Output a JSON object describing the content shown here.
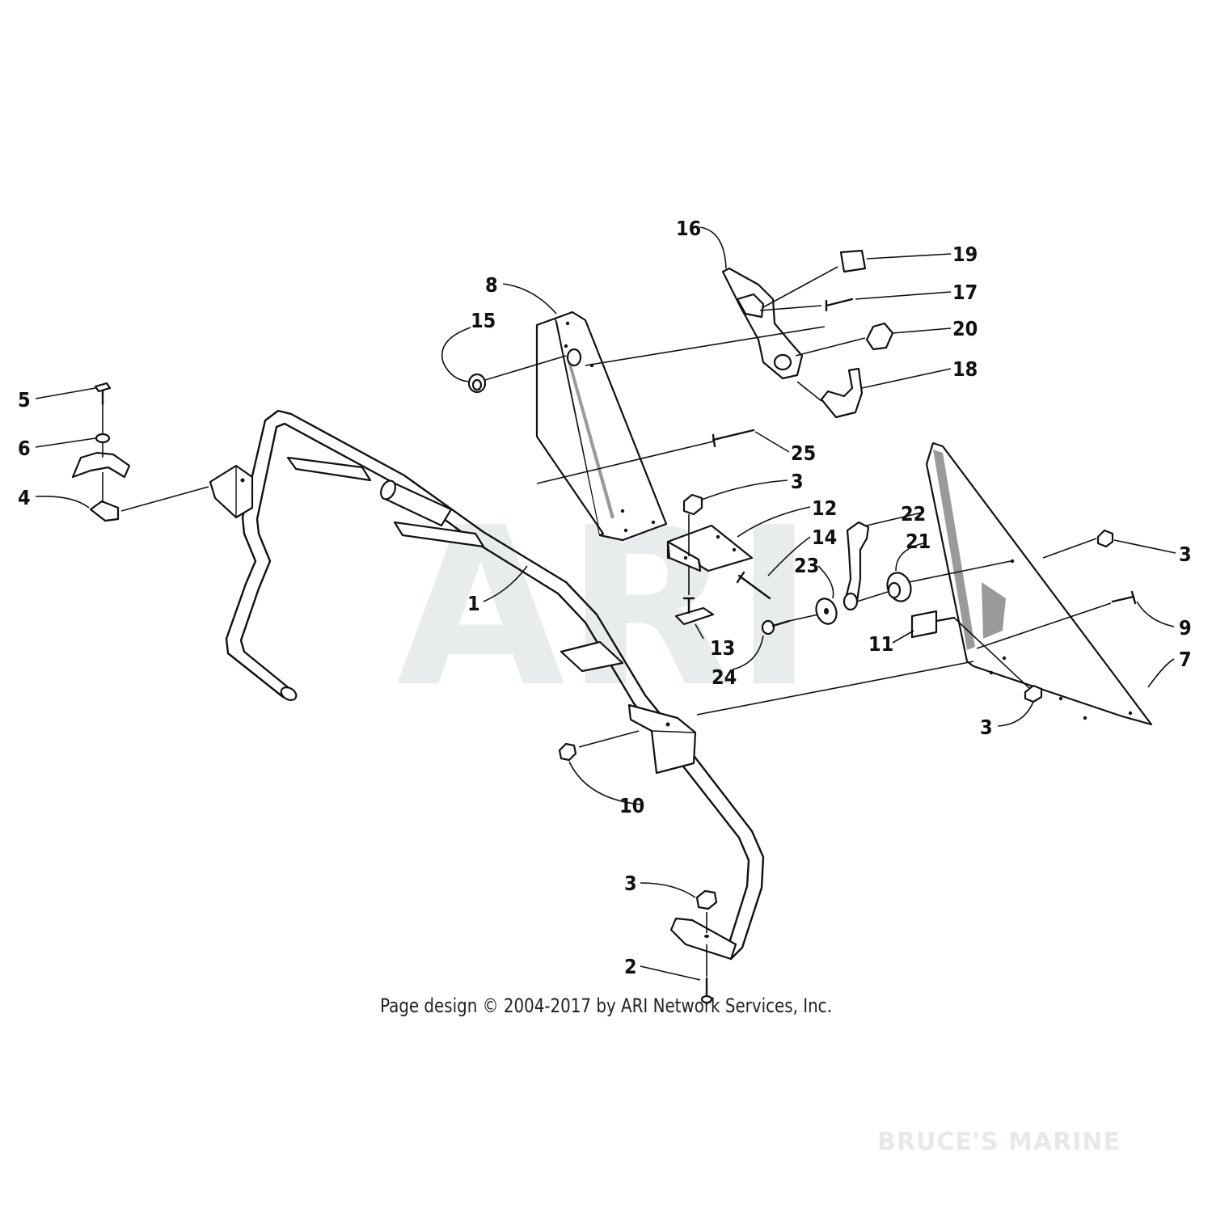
{
  "diagram": {
    "watermark": "ARI",
    "copyright": "Page design © 2004-2017 by ARI Network Services, Inc.",
    "brand_watermark": "BRUCE'S MARINE",
    "part_numbers": {
      "p1": "1",
      "p2": "2",
      "p3a": "3",
      "p3b": "3",
      "p3c": "3",
      "p3d": "3",
      "p4": "4",
      "p5": "5",
      "p6": "6",
      "p7": "7",
      "p8": "8",
      "p9": "9",
      "p10": "10",
      "p11": "11",
      "p12": "12",
      "p13": "13",
      "p14": "14",
      "p15": "15",
      "p16": "16",
      "p17": "17",
      "p18": "18",
      "p19": "19",
      "p20": "20",
      "p21": "21",
      "p22": "22",
      "p23": "23",
      "p24": "24",
      "p25": "25"
    }
  }
}
